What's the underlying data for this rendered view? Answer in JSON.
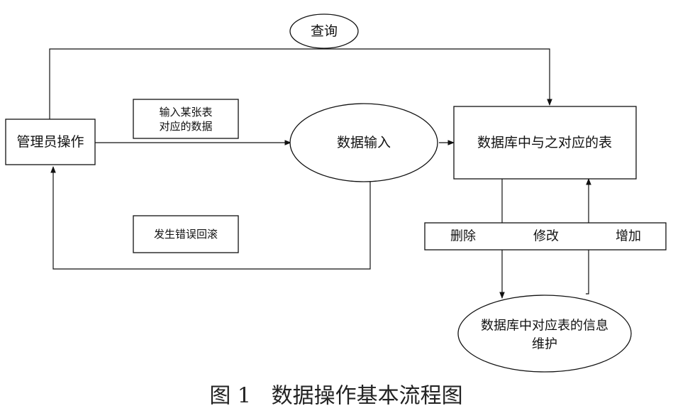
{
  "diagram": {
    "nodes": {
      "admin": "管理员操作",
      "query": "查询",
      "input_note_line1": "输入某张表",
      "input_note_line2": "对应的数据",
      "data_input": "数据输入",
      "rollback": "发生错误回滚",
      "db_table": "数据库中与之对应的表",
      "op_delete": "删除",
      "op_modify": "修改",
      "op_add": "增加",
      "maintain_line1": "数据库中对应表的信息",
      "maintain_line2": "维护"
    }
  },
  "caption": "图 1   数据操作基本流程图"
}
